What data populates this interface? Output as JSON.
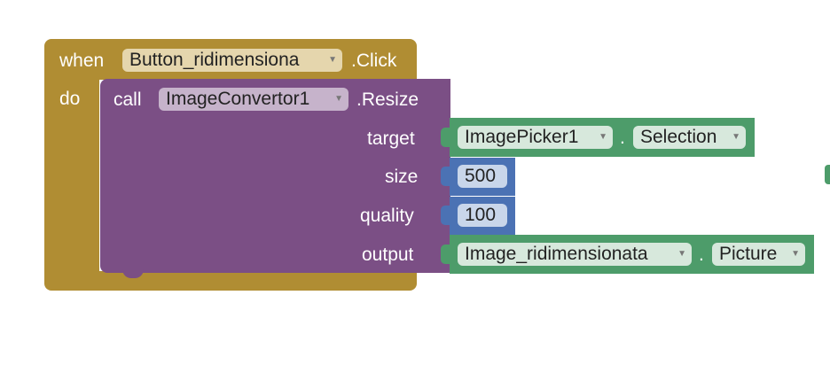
{
  "event_block": {
    "when_label": "when",
    "component": "Button_ridimensiona",
    "event": ".Click",
    "do_label": "do"
  },
  "call_block": {
    "call_label": "call",
    "component": "ImageConvertor1",
    "method": ".Resize",
    "params": {
      "target": "target",
      "size": "size",
      "quality": "quality",
      "output": "output"
    }
  },
  "target_block": {
    "component": "ImagePicker1",
    "dot": ".",
    "property": "Selection"
  },
  "size_value": "500",
  "quality_value": "100",
  "output_block": {
    "component": "Image_ridimensionata",
    "dot": ".",
    "property": "Picture"
  },
  "colors": {
    "event": "#b08d33",
    "procedure": "#7b4f85",
    "component": "#4d9c6a",
    "number": "#4b72b4"
  }
}
